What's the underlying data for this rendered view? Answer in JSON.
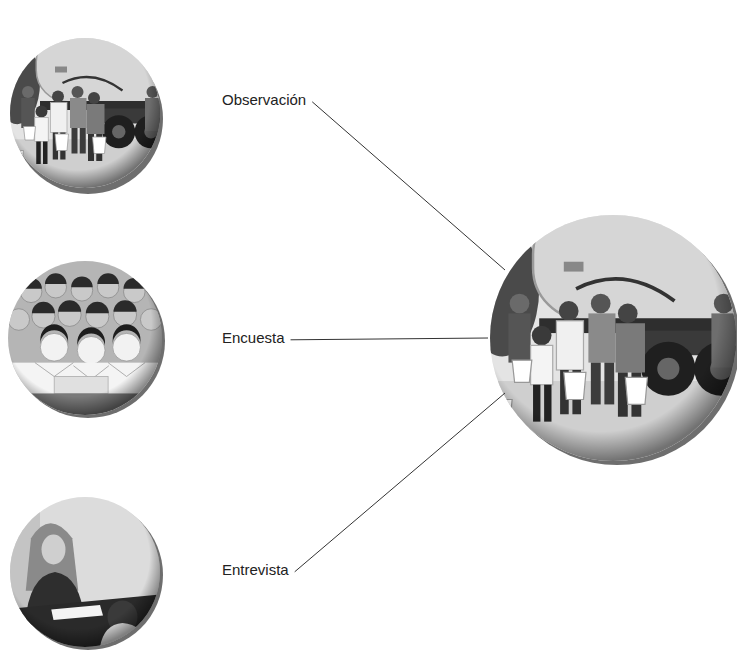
{
  "diagram": {
    "nodes": [
      {
        "text": [
          "Observación"
        ]
      },
      {
        "text": [
          "Encuesta"
        ]
      },
      {
        "text": [
          "Entrevista"
        ]
      }
    ]
  }
}
